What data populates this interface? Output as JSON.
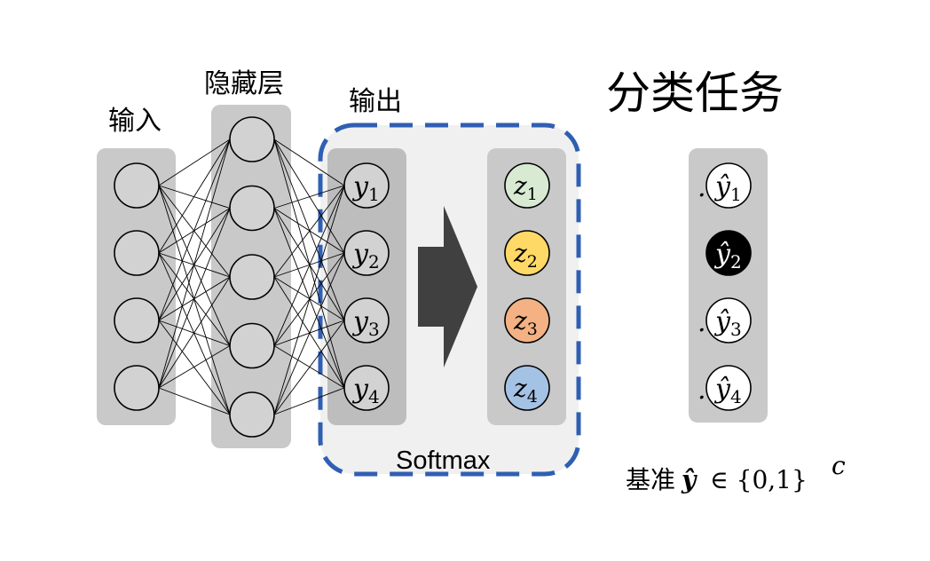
{
  "labels": {
    "input": "输入",
    "hidden": "隐藏层",
    "output": "输出",
    "task_title": "分类任务",
    "softmax": "Softmax",
    "benchmark_cn": "基准",
    "benchmark_formula": "∈ {0,1}",
    "benchmark_superscript": "c",
    "benchmark_symbol": "ŷ"
  },
  "outputs": [
    {
      "base": "y",
      "sub": "1"
    },
    {
      "base": "y",
      "sub": "2"
    },
    {
      "base": "y",
      "sub": "3"
    },
    {
      "base": "y",
      "sub": "4"
    }
  ],
  "softmax_outputs": [
    {
      "base": "z",
      "sub": "1",
      "color": "#d9ead3"
    },
    {
      "base": "z",
      "sub": "2",
      "color": "#ffd966"
    },
    {
      "base": "z",
      "sub": "3",
      "color": "#f4b183"
    },
    {
      "base": "z",
      "sub": "4",
      "color": "#a4c2e4"
    }
  ],
  "targets": [
    {
      "base": "ŷ",
      "sub": "1",
      "active": false,
      "dot": "."
    },
    {
      "base": "ŷ",
      "sub": "2",
      "active": true,
      "dot": ""
    },
    {
      "base": "ŷ",
      "sub": "3",
      "active": false,
      "dot": "."
    },
    {
      "base": "ŷ",
      "sub": "4",
      "active": false,
      "dot": "."
    }
  ],
  "layers": {
    "input_count": 4,
    "hidden_count": 5
  },
  "colors": {
    "dashed_border": "#2f5fb3",
    "arrow": "#404040"
  }
}
